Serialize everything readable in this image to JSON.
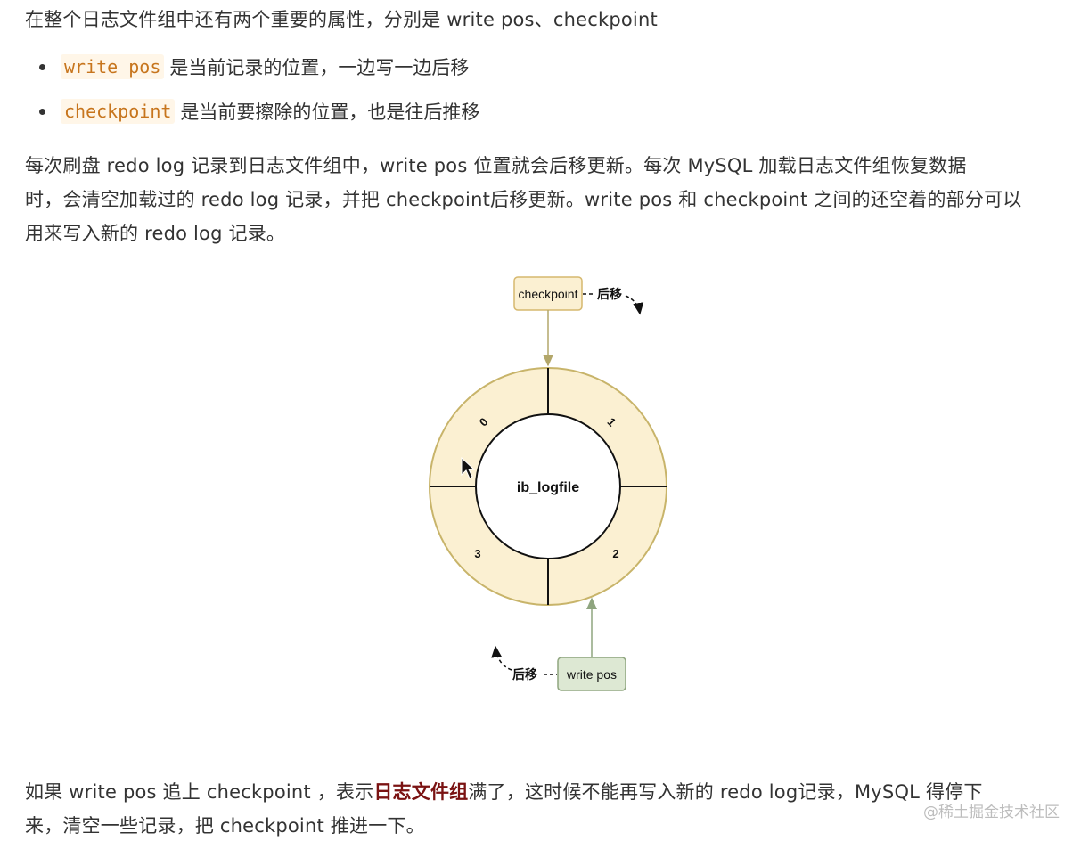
{
  "intro": "在整个日志文件组中还有两个重要的属性，分别是 write pos、checkpoint",
  "list": [
    {
      "code": "write pos",
      "text": "是当前记录的位置，一边写一边后移"
    },
    {
      "code": "checkpoint",
      "text": "是当前要擦除的位置，也是往后推移"
    }
  ],
  "paragraph": [
    "每次刷盘 redo log 记录到日志文件组中，write pos 位置就会后移更新。每次 MySQL 加载日志文件组恢复数据",
    "时，会清空加载过的 redo log 记录，并把 checkpoint后移更新。write pos 和 checkpoint 之间的还空着的部分可以",
    "用来写入新的 redo log 记录。"
  ],
  "diagram": {
    "center_label": "ib_logfile",
    "segments": [
      "0",
      "1",
      "2",
      "3"
    ],
    "checkpoint_label": "checkpoint",
    "write_pos_label": "write pos",
    "move_label": "后移",
    "colors": {
      "ring_fill": "#fbf0d2",
      "ring_stroke": "#c8b46a",
      "checkpoint_fill": "#fbf0d2",
      "write_pos_fill": "#dde8d3",
      "write_pos_stroke": "#8fa57f"
    }
  },
  "conclusion": {
    "line1_a": "如果 write pos 追上 checkpoint ，表示",
    "line1_strong": "日志文件组",
    "line1_b": "满了，这时候不能再写入新的 redo log记录，MySQL 得停下",
    "line2": "来，清空一些记录，把 checkpoint 推进一下。"
  },
  "watermark": "@稀土掘金技术社区"
}
